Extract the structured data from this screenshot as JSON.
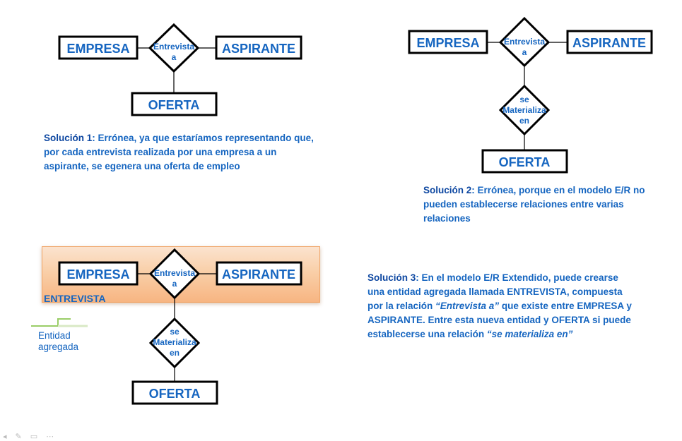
{
  "diagram1": {
    "entity_a": "EMPRESA",
    "entity_b": "ASPIRANTE",
    "entity_c": "OFERTA",
    "relation": [
      "Entrevista",
      "a"
    ]
  },
  "diagram2": {
    "entity_a": "EMPRESA",
    "entity_b": "ASPIRANTE",
    "entity_c": "OFERTA",
    "relation1": [
      "Entrevista",
      "a"
    ],
    "relation2": [
      "se",
      "Materializa",
      "en"
    ]
  },
  "diagram3": {
    "entity_a": "EMPRESA",
    "entity_b": "ASPIRANTE",
    "entity_c": "OFERTA",
    "relation1": [
      "Entrevista",
      "a"
    ],
    "relation2": [
      "se",
      "Materializa",
      "en"
    ],
    "aggregate_name": "ENTREVISTA",
    "aggregate_note": [
      "Entidad",
      "agregada"
    ]
  },
  "solutions": {
    "s1": {
      "label": "Solución 1",
      "text": ": Errónea, ya que estaríamos representando que, por cada entrevista realizada por una empresa a un aspirante, se egenera una oferta de empleo"
    },
    "s2": {
      "label": "Solución 2",
      "text": ": Errónea, porque en el modelo E/R no pueden establecerse relaciones entre varias relaciones"
    },
    "s3": {
      "label": "Solución 3",
      "text_a": ": En el modelo E/R Extendido, puede crearse una entidad agregada llamada ENTREVISTA, compuesta por la relación ",
      "quote_a": "“Entrevista a”",
      "text_b": " que existe entre EMPRESA y ASPIRANTE. Entre esta nueva entidad y OFERTA si puede establecerse una relación ",
      "quote_b": "“se materializa en”"
    }
  },
  "colors": {
    "text": "#1565c0",
    "aggregate_fill": "#f9cfa8",
    "stroke": "#000000"
  },
  "toolbar_icons": [
    "left-arrow-icon",
    "pen-icon",
    "slides-icon",
    "more-icon"
  ]
}
